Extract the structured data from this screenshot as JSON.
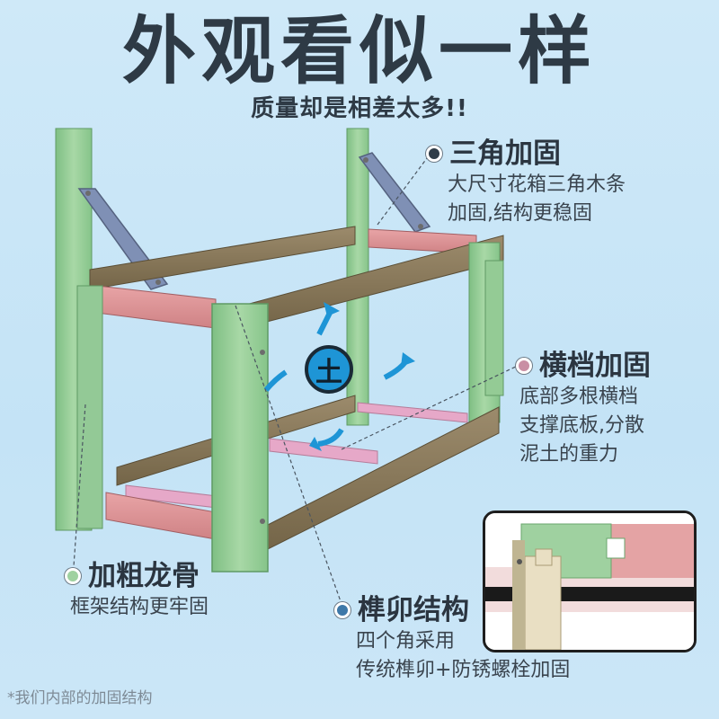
{
  "header": {
    "title": "外观看似一样",
    "subtitle": "质量却是相差太多!!"
  },
  "callouts": {
    "triangle": {
      "title": "三角加固",
      "desc_lines": [
        "大尺寸花箱三角木条",
        "加固,结构更稳固"
      ]
    },
    "crossbar": {
      "title": "横档加固",
      "desc_lines": [
        "底部多根横档",
        "支撑底板,分散",
        "泥土的重力"
      ]
    },
    "keel": {
      "title": "加粗龙骨",
      "desc_lines": [
        "框架结构更牢固"
      ]
    },
    "tenon": {
      "title": "榫卯结构",
      "desc_lines": [
        "四个角采用",
        "传统榫卯+防锈螺栓加固"
      ]
    }
  },
  "center_badge": "土",
  "footnote": "*我们内部的加固结构",
  "colors": {
    "background": "#c8e6f7",
    "post_green": "#9fd1a0",
    "rail_brown": "#8b7b5e",
    "rail_pink": "#d98f93",
    "brace_blue": "#7d8fb3",
    "badge_blue": "#1e95d6"
  }
}
